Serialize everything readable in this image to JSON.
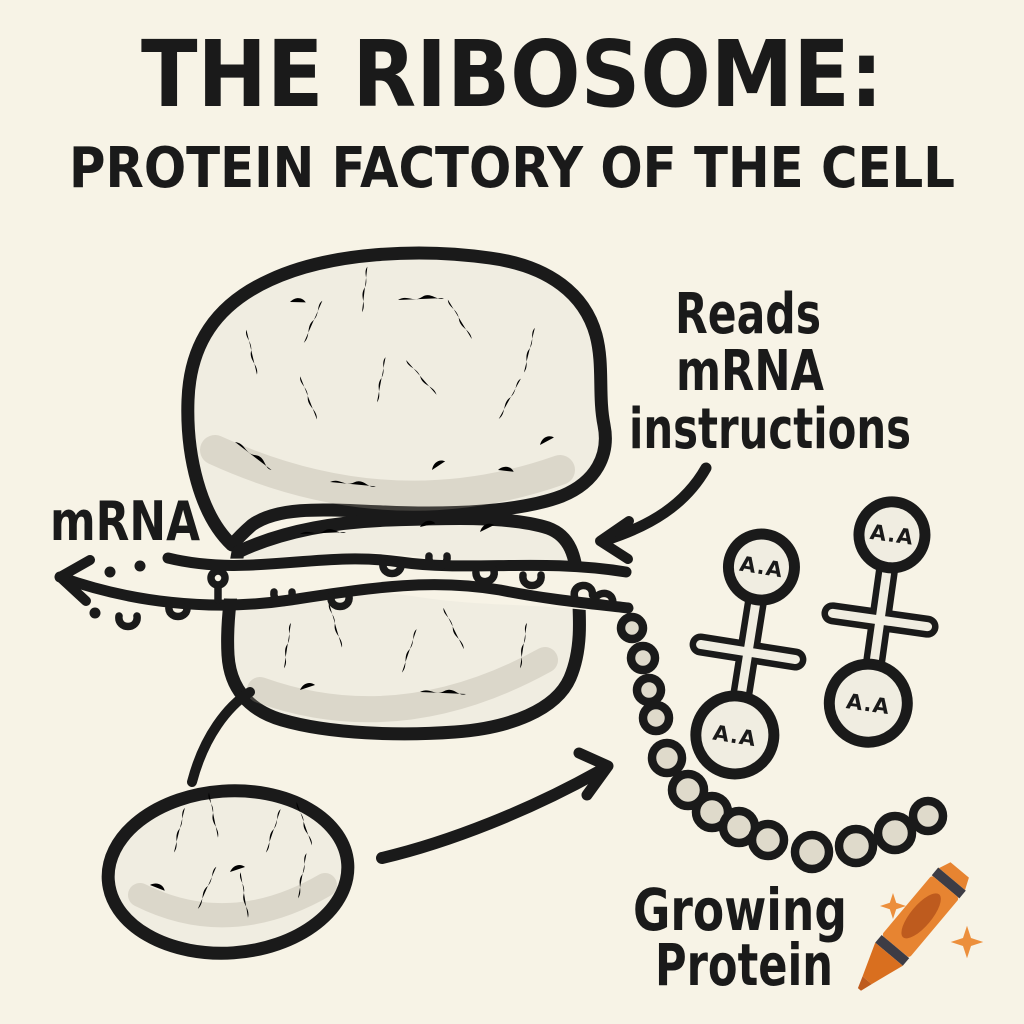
{
  "title": "THE RIBOSOME:",
  "subtitle": "PROTEIN FACTORY OF THE CELL",
  "labels": {
    "mrna": "mRNA",
    "reads_lines": [
      "Reads",
      "mRNA",
      "instructions"
    ],
    "growing_lines": [
      "Growing",
      "Protein"
    ]
  },
  "trna": {
    "face": "A.A"
  },
  "icons": {
    "crayon": "crayon-icon",
    "sparkle": "sparkle-icon",
    "mrna_arrow": "arrow-left-icon",
    "reads_arrow": "curved-arrow-icon",
    "protein_arrow": "curved-arrow-icon"
  },
  "colors": {
    "background": "#F7F3E6",
    "ink": "#1A1A1A",
    "blob_fill": "#F0EDE1",
    "squiggle": "#918C7E",
    "bead_fill": "#DFDACB",
    "crayon_orange": "#E78431",
    "crayon_dark": "#BE5B1E",
    "crayon_band": "#3D3C45",
    "crayon_tip": "#D96F1F",
    "sparkle_orange": "#EC8F3C"
  }
}
